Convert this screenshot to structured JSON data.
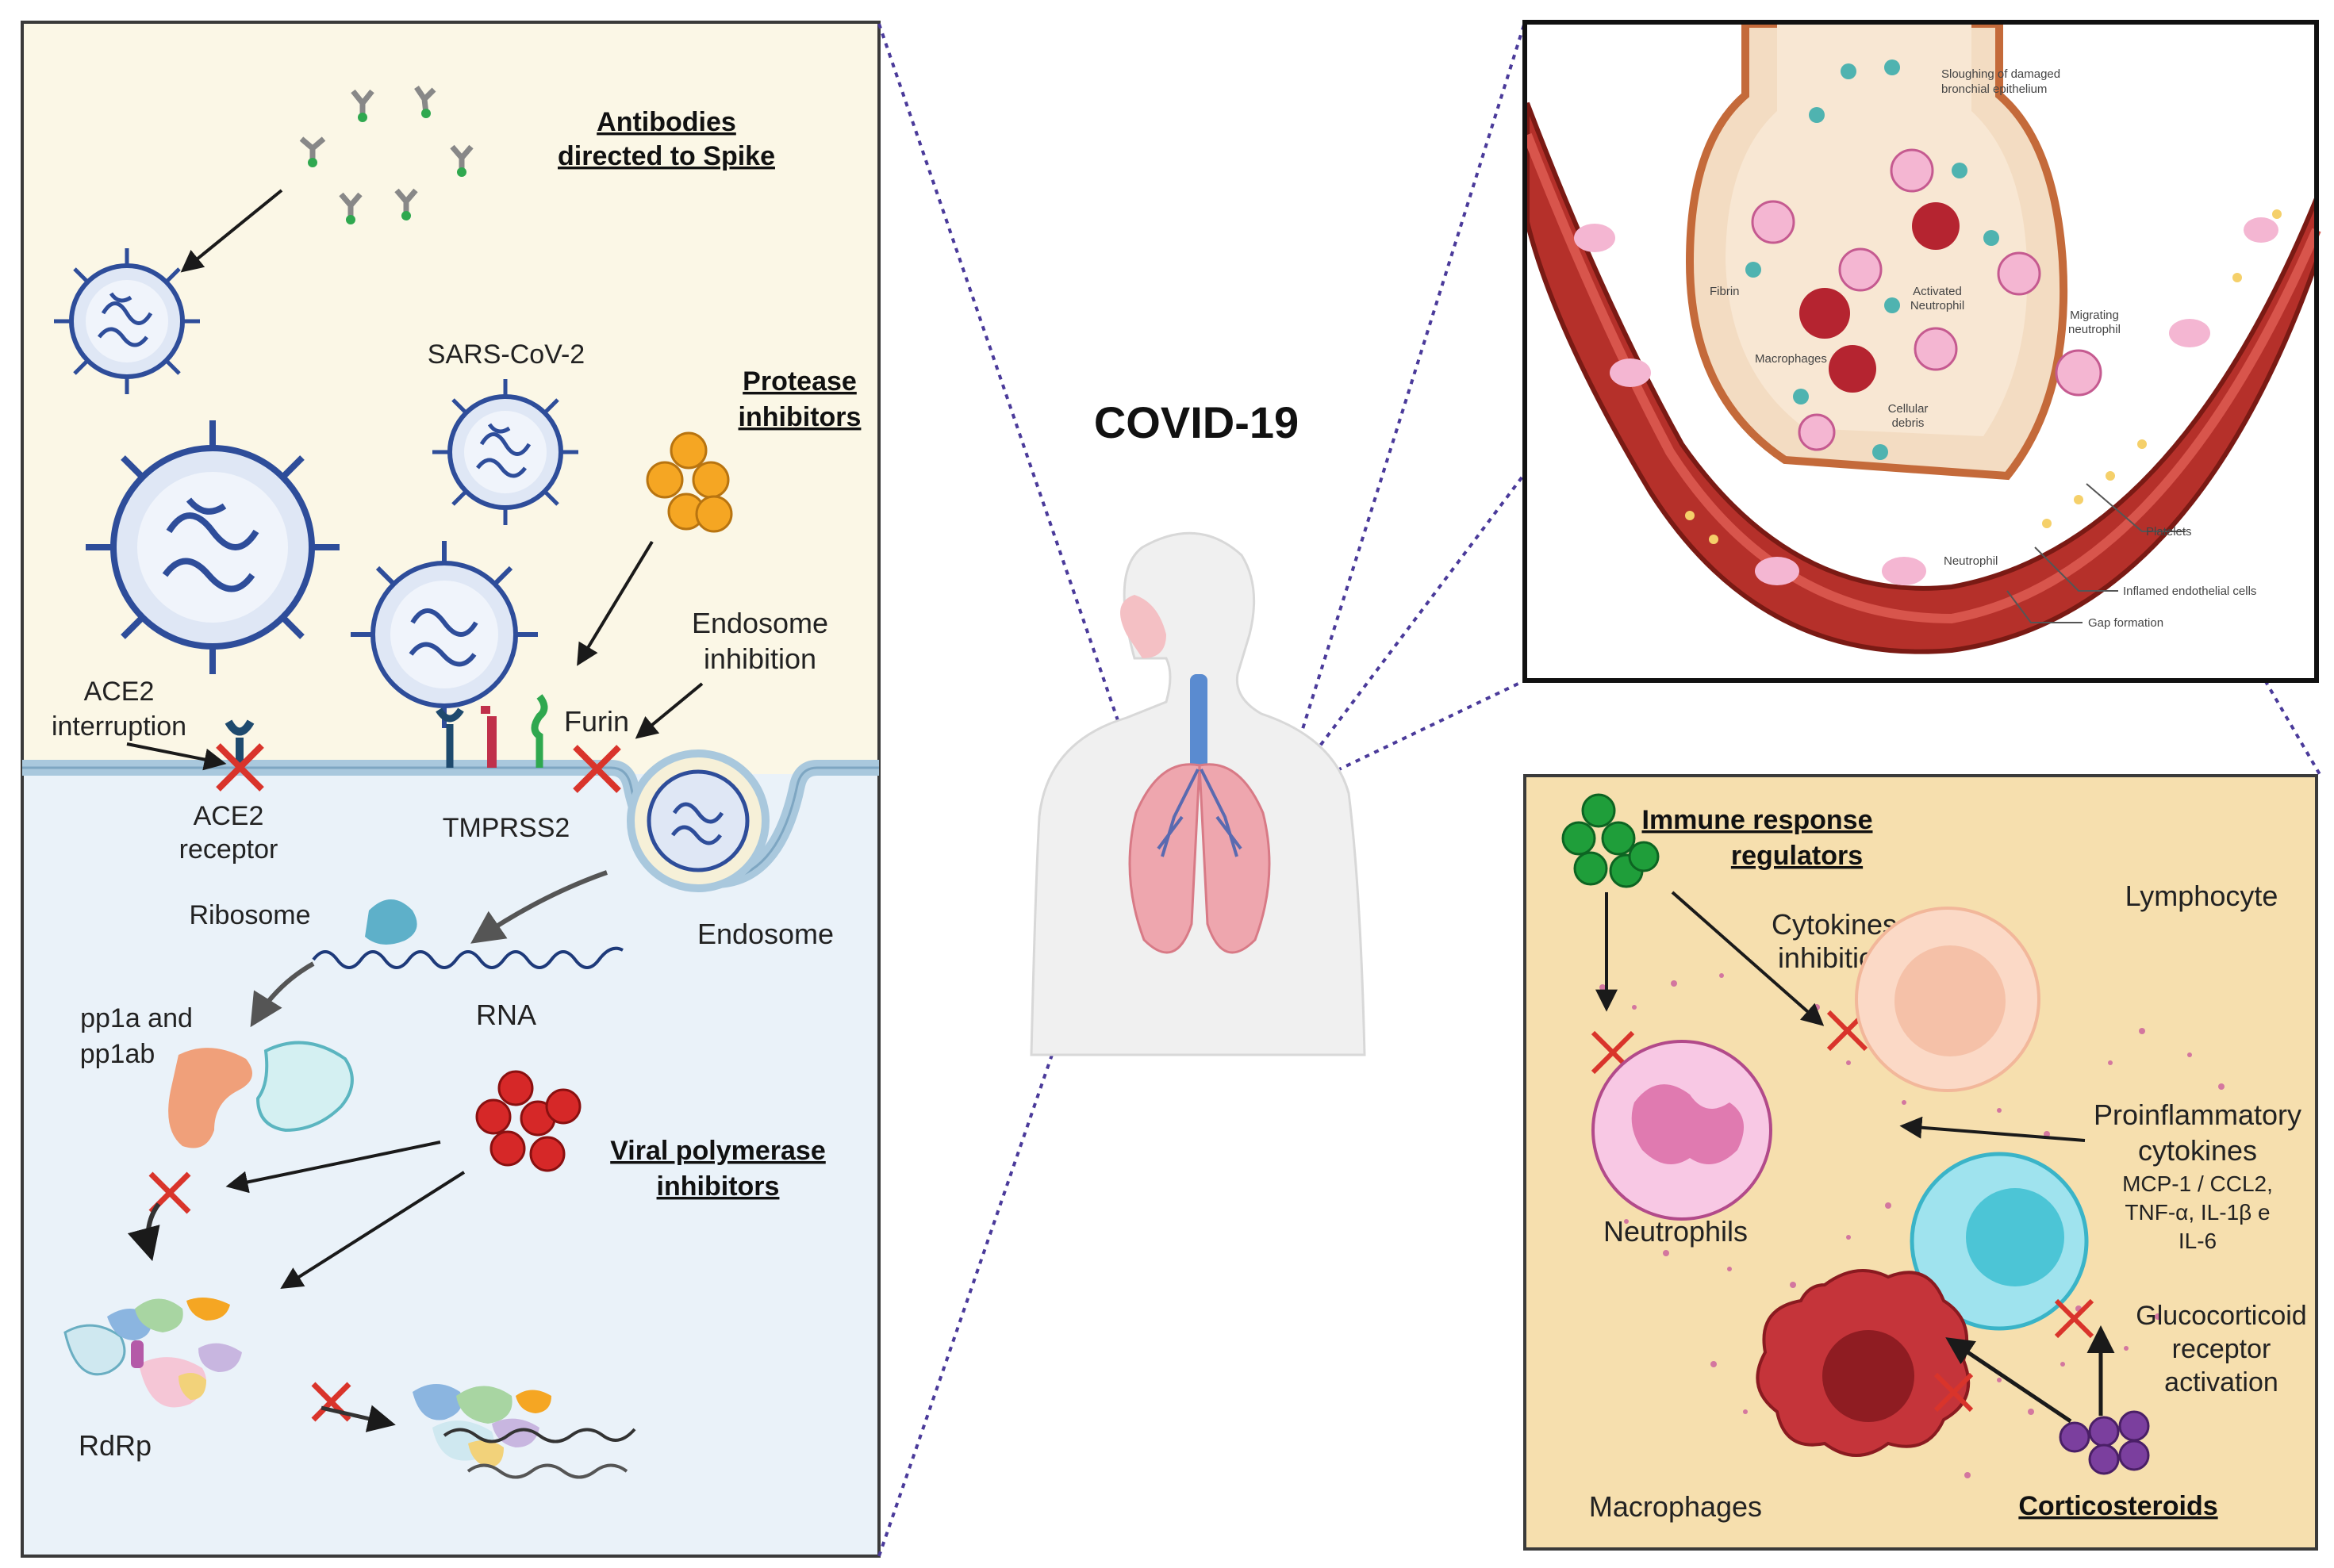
{
  "title": "COVID-19",
  "colors": {
    "left_upper_bg": "#fbf7e6",
    "left_lower_bg": "#eaf2f9",
    "right_bottom_bg": "#f6dfae",
    "membrane": "#a9c8dd",
    "virus_spike": "#2e4d9a",
    "protease_inhibitor": "#f5a623",
    "polymerase_inhibitor": "#d62828",
    "immune_regulator": "#1f9e3a",
    "corticosteroid": "#7b3f9e",
    "inhibit_x": "#d9342b",
    "vessel": "#b5302a"
  },
  "left_panel": {
    "antibodies_title_1": "Antibodies",
    "antibodies_title_2": "directed to Spike",
    "sars_label": "SARS-CoV-2",
    "protease_title_1": "Protease",
    "protease_title_2": "inhibitors",
    "endosome_inhibition_1": "Endosome",
    "endosome_inhibition_2": "inhibition",
    "ace2_interruption_1": "ACE2",
    "ace2_interruption_2": "interruption",
    "furin_label": "Furin",
    "ace2_receptor_1": "ACE2",
    "ace2_receptor_2": "receptor",
    "tmprss2_label": "TMPRSS2",
    "endosome_label": "Endosome",
    "ribosome_label": "Ribosome",
    "rna_label": "RNA",
    "pp1a_label_1": "pp1a and",
    "pp1a_label_2": "pp1ab",
    "viral_pol_title_1": "Viral polymerase",
    "viral_pol_title_2": "inhibitors",
    "rdrp_label": "RdRp"
  },
  "top_right_panel": {
    "sloughing_1": "Sloughing of damaged",
    "sloughing_2": "bronchial epithelium",
    "fibrin": "Fibrin",
    "activated_1": "Activated",
    "activated_2": "Neutrophil",
    "macrophages": "Macrophages",
    "migrating_1": "Migrating",
    "migrating_2": "neutrophil",
    "cellular_1": "Cellular",
    "cellular_2": "debris",
    "platelets": "Platelets",
    "neutrophil": "Neutrophil",
    "inflamed": "Inflamed endothelial cells",
    "gap": "Gap formation"
  },
  "bottom_right_panel": {
    "immune_title_1": "Immune response",
    "immune_title_2": "regulators",
    "lymphocyte": "Lymphocyte",
    "cytokines_inhibition_1": "Cytokines",
    "cytokines_inhibition_2": "inhibition",
    "proinflammatory_1": "Proinflammatory",
    "proinflammatory_2": "cytokines",
    "cytokine_list_1": "MCP-1 / CCL2,",
    "cytokine_list_2": "TNF-α, IL-1β e",
    "cytokine_list_3": "IL-6",
    "neutrophils": "Neutrophils",
    "glucocorticoid_1": "Glucocorticoid",
    "glucocorticoid_2": "receptor",
    "glucocorticoid_3": "activation",
    "macrophages": "Macrophages",
    "corticosteroids": "Corticosteroids"
  }
}
